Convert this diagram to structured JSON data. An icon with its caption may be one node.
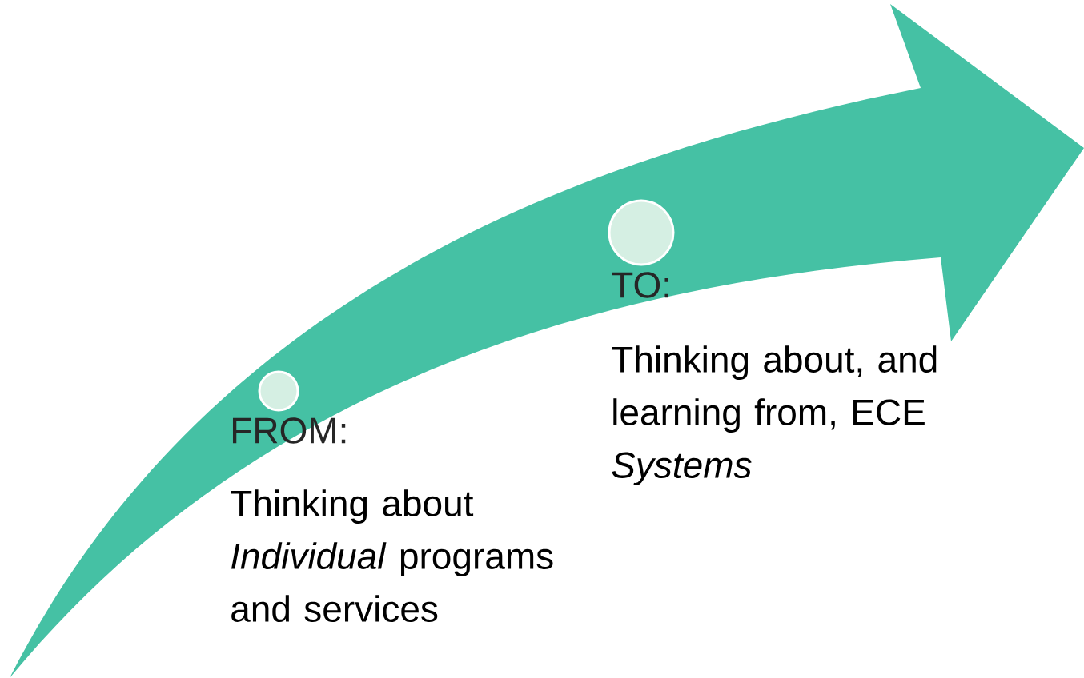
{
  "diagram": {
    "nodes": [
      {
        "text": [],
        "shape": "circle",
        "beside": [
          "FROM:",
          "Thinking about *Individual* programs and services"
        ]
      },
      {
        "text": [],
        "shape": "circle",
        "beside": [
          "TO:",
          "Thinking about, and learning from, ECE *Systems*"
        ]
      }
    ]
  }
}
